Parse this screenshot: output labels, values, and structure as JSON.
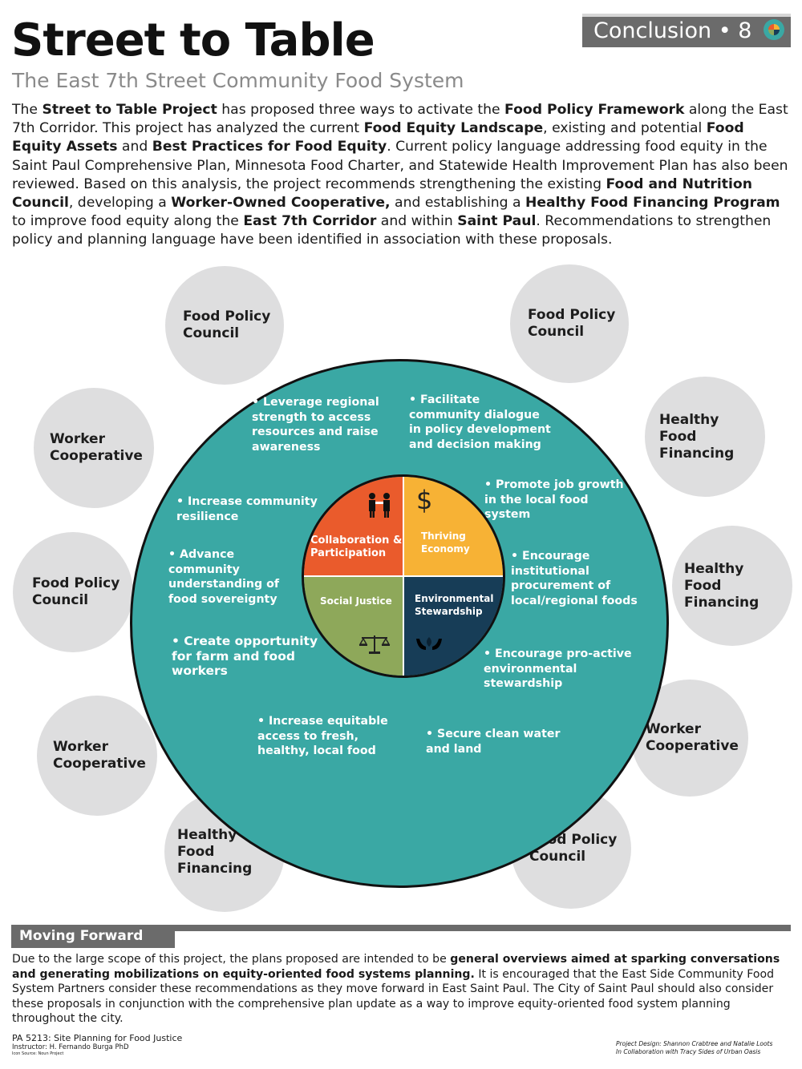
{
  "header": {
    "title": "Street to Table",
    "subtitle": "The East 7th Street Community Food System",
    "badge": "Conclusion • 8"
  },
  "intro": {
    "s1": "The ",
    "b1": "Street to Table Project",
    "s2": " has proposed three ways to activate the ",
    "b2": "Food Policy Framework",
    "s3": " along the East 7th Corridor. This project has analyzed the current ",
    "b3": "Food Equity Landscape",
    "s4": ", existing and potential ",
    "b4": "Food Equity Assets",
    "s5": " and ",
    "b5": "Best Practices for Food Equity",
    "s6": ". Current policy language addressing food equity in the Saint Paul Comprehensive Plan, Minnesota Food Charter, and Statewide Health Improvement Plan has also been reviewed. Based on this analysis, the project recommends strengthening the existing ",
    "b6": "Food and Nutrition Council",
    "s7": ", developing a ",
    "b7": "Worker-Owned Cooperative,",
    "s8": " and establishing a ",
    "b8": "Healthy Food Financing Program",
    "s9": " to improve food equity along the ",
    "b9": "East 7th Corridor",
    "s10": " and within ",
    "b10": "Saint Paul",
    "s11": ". Recommendations to strengthen policy and planning language have been identified in association with these proposals."
  },
  "bubbles": [
    "Food Policy Council",
    "Food Policy Council",
    "Worker Cooperative",
    "Healthy Food Financing",
    "Food Policy Council",
    "Healthy Food Financing",
    "Worker Cooperative",
    "Worker Cooperative",
    "Healthy Food Financing",
    "Food Policy Council"
  ],
  "tips": [
    "• Leverage regional strength to access resources and raise awareness",
    "• Facilitate community dialogue in policy development and decision making",
    "• Increase community resilience",
    "• Promote job growth in the local food system",
    "• Advance community understanding of food sovereignty",
    "• Encourage institutional procurement of local/regional foods",
    "• Create opportunity for farm and food workers",
    "• Encourage pro-active environmental stewardship",
    "• Increase equitable access to fresh, healthy, local food",
    "• Secure clean water and land"
  ],
  "quadrants": {
    "collab": "Collaboration & Participation",
    "economy": "Thriving Economy",
    "justice": "Social Justice",
    "environment": "Environmental Stewardship"
  },
  "colors": {
    "teal": "#3aa8a4",
    "orange": "#ea5b2c",
    "yellow": "#f7b235",
    "green": "#8ea85a",
    "navy": "#173d57",
    "bubble_gray": "#dededf"
  },
  "moving_forward": {
    "heading": "Moving Forward",
    "s1": "Due to the large scope of this project, the plans proposed are intended to be ",
    "b1": "general overviews aimed at sparking conversations and generating mobilizations on equity-oriented food systems planning.",
    "s2": "  It is encouraged that the East Side Community Food System Partners consider these recommendations as they move forward in East Saint Paul.  The City of Saint Paul should also consider these proposals in conjunction with the comprehensive plan update as a way to improve equity-oriented food system planning throughout the city."
  },
  "footer": {
    "course": "PA 5213: Site Planning for Food Justice",
    "instructor": "Instructor: H. Fernando Burga PhD",
    "icons": "Icon Source: Noun Project",
    "design": "Project Design: Shannon Crabtree and Natalie Loots",
    "collab": "In Collaboration with Tracy Sides of Urban Oasis"
  }
}
